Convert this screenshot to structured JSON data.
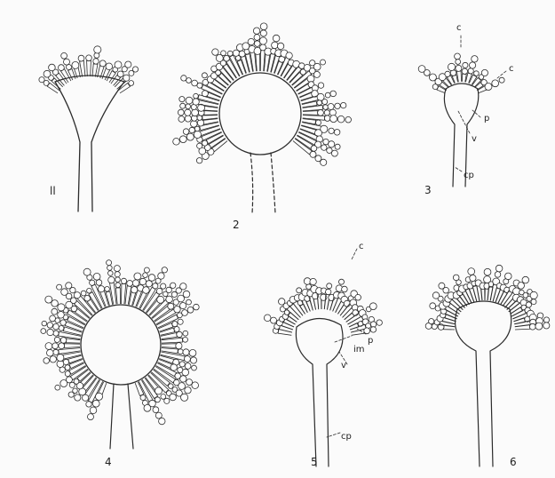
{
  "figure": {
    "panels": [
      {
        "id": "1",
        "number": "ll",
        "parts": []
      },
      {
        "id": "2",
        "number": "2",
        "parts": []
      },
      {
        "id": "3",
        "number": "3",
        "parts": [
          "c",
          "c",
          "p",
          "v",
          "cp"
        ]
      },
      {
        "id": "4",
        "number": "4",
        "parts": []
      },
      {
        "id": "5",
        "number": "5",
        "parts": [
          "c",
          "im",
          "p",
          "v",
          "cp"
        ]
      },
      {
        "id": "6",
        "number": "6",
        "parts": []
      }
    ]
  },
  "style": {
    "ink_color": "#2b2b2b",
    "paper_color": "#fbfbfb"
  }
}
